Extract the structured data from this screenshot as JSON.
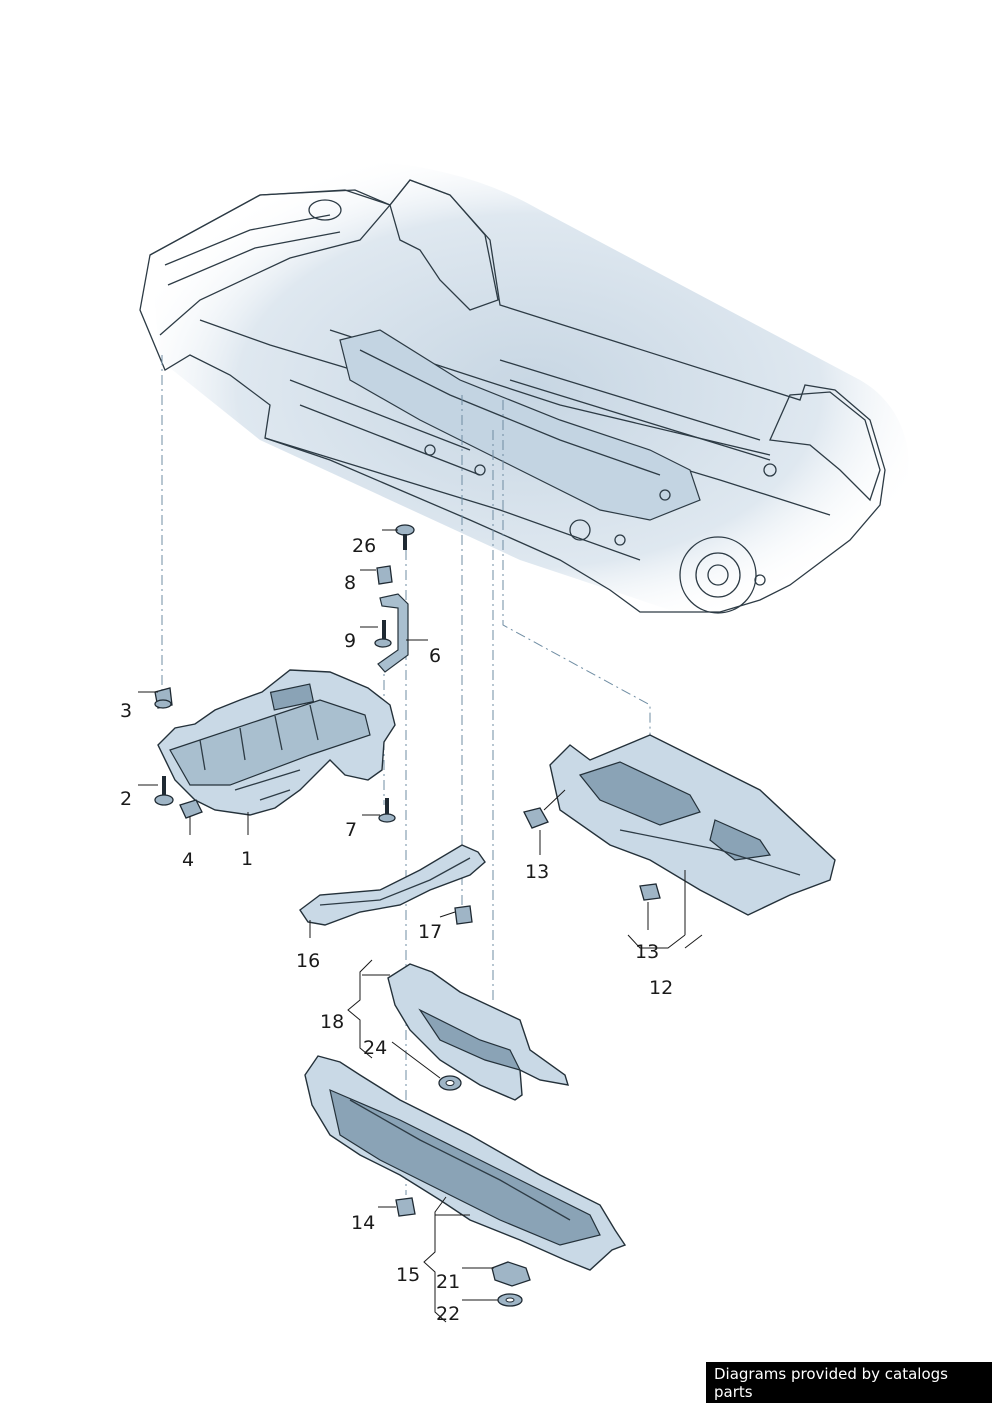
{
  "diagram": {
    "callouts": [
      {
        "id": "c1",
        "text": "1"
      },
      {
        "id": "c2",
        "text": "2"
      },
      {
        "id": "c3",
        "text": "3"
      },
      {
        "id": "c4",
        "text": "4"
      },
      {
        "id": "c6",
        "text": "6"
      },
      {
        "id": "c7",
        "text": "7"
      },
      {
        "id": "c8",
        "text": "8"
      },
      {
        "id": "c9",
        "text": "9"
      },
      {
        "id": "c12",
        "text": "12"
      },
      {
        "id": "c13a",
        "text": "13"
      },
      {
        "id": "c13b",
        "text": "13"
      },
      {
        "id": "c14",
        "text": "14"
      },
      {
        "id": "c15",
        "text": "15"
      },
      {
        "id": "c16",
        "text": "16"
      },
      {
        "id": "c17",
        "text": "17"
      },
      {
        "id": "c18",
        "text": "18"
      },
      {
        "id": "c21",
        "text": "21"
      },
      {
        "id": "c22",
        "text": "22"
      },
      {
        "id": "c24",
        "text": "24"
      },
      {
        "id": "c26",
        "text": "26"
      }
    ]
  },
  "credit": {
    "text": "Diagrams provided by catalogs parts"
  },
  "colors": {
    "part_fill": "#c9d9e6",
    "outline": "#24313a",
    "glow": "#dbe5ee"
  }
}
